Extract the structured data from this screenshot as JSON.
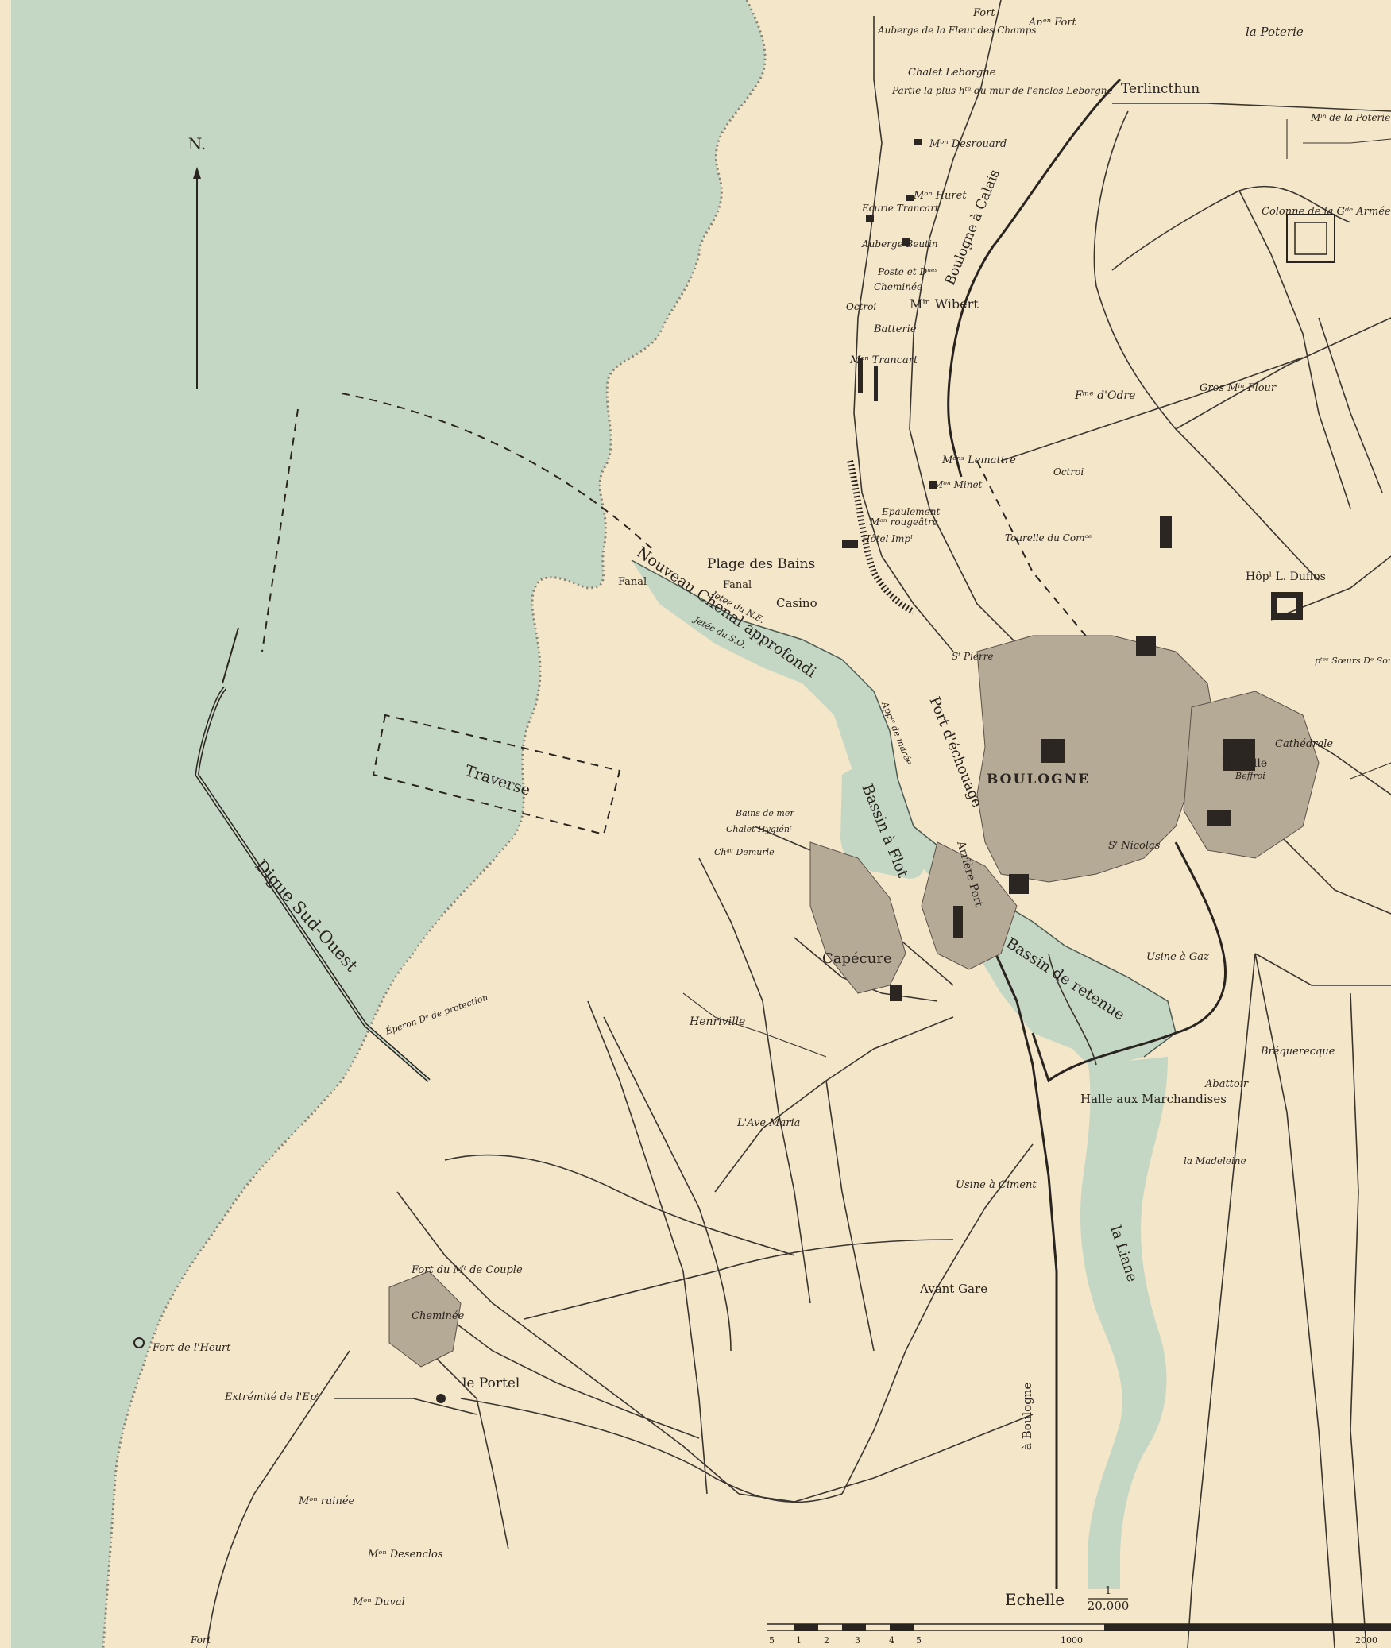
{
  "map": {
    "north_label": "N.",
    "scale": {
      "title": "Echelle",
      "fraction_num": "1",
      "fraction_den": "20.000",
      "ticks": [
        "5",
        "1",
        "2",
        "3",
        "4",
        "5",
        "1000",
        "2000"
      ]
    },
    "colors": {
      "sea": "#c4d6c4",
      "land": "#f3e6c9",
      "ink": "#2a2420",
      "urban": "#b5aa96"
    },
    "labels": {
      "auberge_fleur": "Auberge de la Fleur des Champs",
      "fort_top": "Fort",
      "anc_fort": "Anᵉⁿ Fort",
      "la_poterie": "la Poterie",
      "min_poterie": "Mⁱⁿ de la Poterie",
      "chalet_leborgne": "Chalet Leborgne",
      "partie_mur": "Partie la plus hᵗᵉ du mur de l'enclos Leborgne",
      "terlincthun": "Terlincthun",
      "mon_desrouard": "Mᵒⁿ Desrouard",
      "mon_huret": "Mᵒⁿ Huret",
      "ecurie_trancart": "Ecurie Trancart",
      "colonne": "Colonne de la Gᵈᵉ Armée",
      "auberge_beutin": "Auberge Beutin",
      "boulogne_calais": "Boulogne à Calais",
      "poste_dnes": "Poste et Dⁿᵉˢ",
      "cheminee_top": "Cheminée",
      "octroi_top": "Octroi",
      "min_wibert": "Mⁱⁿ Wibert",
      "batterie": "Batterie",
      "mon_trancart": "Mᵒⁿ Trancart",
      "fme_odre": "Fᵐᵉ d'Odre",
      "gros_min_flour": "Gros Mⁱⁿ Flour",
      "mons_lemattre": "Mᵒⁿˢ Lemattre",
      "octroi_mid": "Octroi",
      "mon_minet": "Mᵒⁿ Minet",
      "epaulement": "Epaulement",
      "mon_rougeatre": "Mᵒⁿ rougeâtre",
      "hotel_imp": "Hôtel Impˡ",
      "tourelle": "Tourelle du Comᶜᵉ",
      "hopl_duflos": "Hôpˡ L. Duflos",
      "plage_bains": "Plage des Bains",
      "fanal_1": "Fanal",
      "fanal_2": "Fanal",
      "casino": "Casino",
      "jetee_ne": "Jetée du N.E.",
      "jetee_so": "Jetée du S.O.",
      "nouveau_chenal": "Nouveau Chenal approfondi",
      "st_pierre": "Sᵗ Pierre",
      "ptes_soeurs": "pᵗᵉˢ Sœurs Dᵉ Sou",
      "cathedrale": "Cathédrale",
      "ht_ville": "Hᵗᵉ Ville",
      "beffroi": "Beffroi",
      "port_echouage": "Port d'échouage",
      "app_maree": "Appᵗᵉ de marée",
      "boulogne": "BOULOGNE",
      "traverse": "Traverse",
      "bassin_flot": "Bassin à Flot",
      "bains_mer": "Bains de mer",
      "chalet_hygien": "Chalet Hygiénᵗ",
      "chi_demurle": "Chᵃᵘ Demurle",
      "st_nicolas": "Sᵗ Nicolas",
      "arriere_port": "Arrière Port",
      "digue": "Digue Sud-Ouest",
      "eperon": "Éperon Dᵉ de protection",
      "capecure": "Capécure",
      "bassin_retenue": "Bassin de retenue",
      "usine_gaz": "Usine à Gaz",
      "henriville": "Henriville",
      "brequerecque": "Bréquerecque",
      "abattoir": "Abattoir",
      "halle": "Halle aux Marchandises",
      "ave_maria": "L'Ave Maria",
      "la_madeleine": "la Madeleine",
      "usine_ciment": "Usine à Ciment",
      "la_liane": "la Liane",
      "fort_couple": "Fort du Mᵗ de Couple",
      "avant_gare": "Avant Gare",
      "cheminee_low": "Cheminée",
      "fort_heurt": "Fort de l'Heurt",
      "le_portel": "le Portel",
      "extremite": "Extrémité de l'Epᵗ",
      "a_boulogne": "à Boulogne",
      "mon_ruinee": "Mᵒⁿ ruinée",
      "mon_desenclos": "Mᵒⁿ Desenclos",
      "mon_duval": "Mᵒⁿ Duval",
      "fort_bottom": "Fort"
    }
  }
}
